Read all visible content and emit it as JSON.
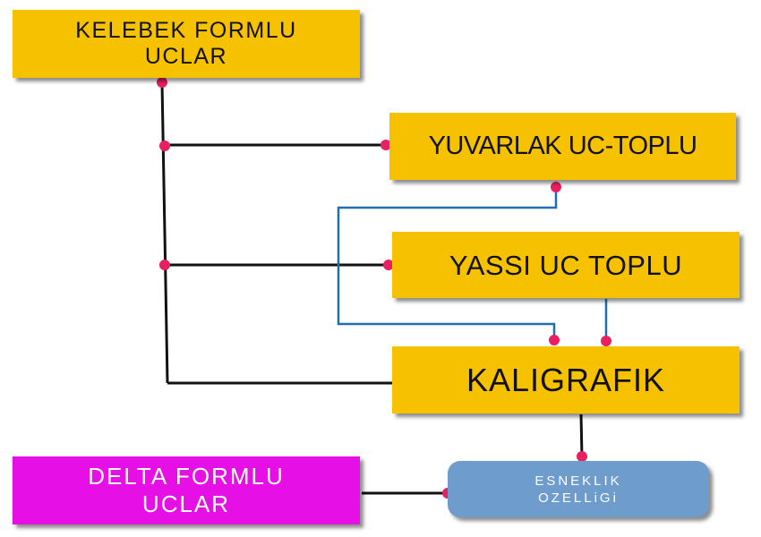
{
  "colors": {
    "box_fill": "#f6c200",
    "delta_fill": "#e60fe6",
    "esneklik_fill": "#6e9ccc",
    "line_black": "#111111",
    "line_blue": "#1f6fb0",
    "dot": "#e8205f"
  },
  "nodes": {
    "kelebek": "KELEBEK FORMLU\nUCLAR",
    "yuvarlak": "YUVARLAK UC-TOPLU",
    "yassi": "YASSI UC TOPLU",
    "kaligrafik": "KALIGRAFIK",
    "delta": "DELTA FORMLU\nUCLAR",
    "esneklik": "ESNEKLIK\nOZELLiGi"
  }
}
